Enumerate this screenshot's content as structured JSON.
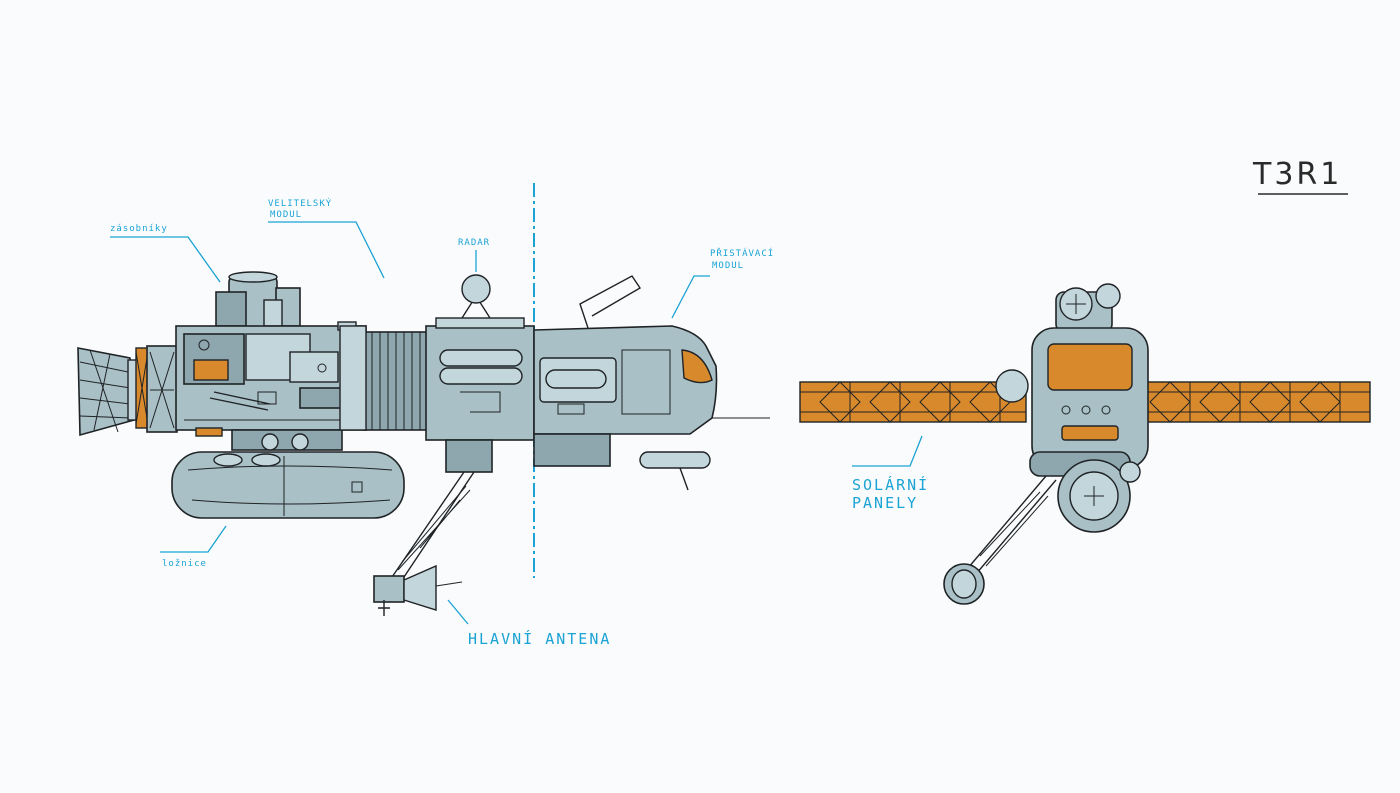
{
  "title": "T3R1",
  "labels": {
    "zasobniky": "zásobníky",
    "velitelsky_1": "VELITELSKÝ",
    "velitelsky_2": "MODUL",
    "radar": "RADAR",
    "pristavaci_1": "PŘISTÁVACÍ",
    "pristavaci_2": "MODUL",
    "loznice": "ložnice",
    "antena": "HLAVNÍ ANTENA",
    "solarni_1": "SOLÁRNÍ",
    "solarni_2": "PANELY"
  },
  "colors": {
    "accent": "#1aa3d4",
    "hull": "#a9c0c6",
    "panel": "#d8892c",
    "ink": "#1f2326"
  }
}
